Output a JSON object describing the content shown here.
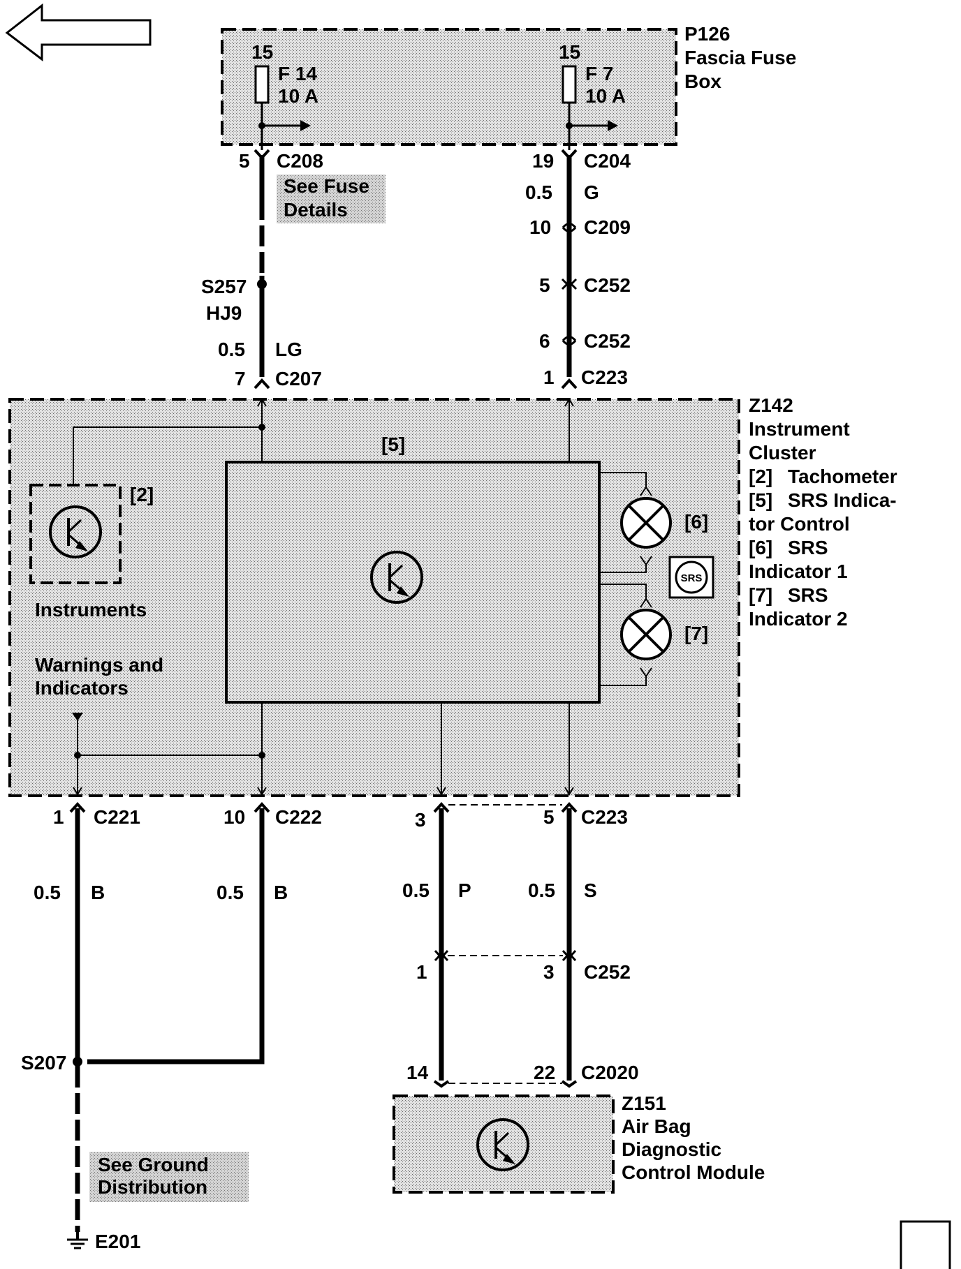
{
  "fuse_box": {
    "id": "P126",
    "name_line1": "Fascia Fuse",
    "name_line2": "Box",
    "fuse_left": {
      "pin": "15",
      "id": "F 14",
      "rating": "10 A"
    },
    "fuse_right": {
      "pin": "15",
      "id": "F 7",
      "rating": "10 A"
    }
  },
  "left_wire": {
    "connector_top": {
      "pin": "5",
      "id": "C208"
    },
    "note_line1": "See Fuse",
    "note_line2": "Details",
    "splice": {
      "id": "S257",
      "harness": "HJ9"
    },
    "gauge": "0.5",
    "color": "LG",
    "connector_bottom": {
      "pin": "7",
      "id": "C207"
    }
  },
  "right_wire": {
    "connector_top": {
      "pin": "19",
      "id": "C204"
    },
    "gauge": "0.5",
    "color": "G",
    "c209": {
      "pin": "10",
      "id": "C209"
    },
    "c252a": {
      "pin": "5",
      "id": "C252"
    },
    "c252b": {
      "pin": "6",
      "id": "C252"
    },
    "connector_bottom": {
      "pin": "1",
      "id": "C223"
    }
  },
  "cluster": {
    "id": "Z142",
    "name_line1": "Instrument",
    "name_line2": "Cluster",
    "legend": [
      {
        "ref": "[2]",
        "text": "Tachometer"
      },
      {
        "ref": "[5]",
        "text": "SRS Indica-",
        "text2": "tor Control"
      },
      {
        "ref": "[6]",
        "text": "SRS",
        "text2": "Indicator 1"
      },
      {
        "ref": "[7]",
        "text": "SRS",
        "text2": "Indicator 2"
      }
    ],
    "ref_5": "[5]",
    "ref_2": "[2]",
    "ref_6": "[6]",
    "ref_7": "[7]",
    "srs_icon_text": "SRS",
    "instruments_label": "Instruments",
    "warnings_line1": "Warnings and",
    "warnings_line2": "Indicators"
  },
  "bottom_wires": {
    "c221": {
      "pin": "1",
      "id": "C221",
      "gauge": "0.5",
      "color": "B"
    },
    "c222": {
      "pin": "10",
      "id": "C222",
      "gauge": "0.5",
      "color": "B"
    },
    "c223_p": {
      "pin": "3",
      "gauge": "0.5",
      "color": "P"
    },
    "c223_s": {
      "pin": "5",
      "id": "C223",
      "gauge": "0.5",
      "color": "S"
    },
    "c252": {
      "pin_left": "1",
      "pin_right": "3",
      "id": "C252"
    },
    "c2020": {
      "pin_left": "14",
      "pin_right": "22",
      "id": "C2020"
    },
    "splice": {
      "id": "S207"
    },
    "ground_note_line1": "See Ground",
    "ground_note_line2": "Distribution",
    "ground": {
      "id": "E201"
    }
  },
  "airbag": {
    "id": "Z151",
    "line1": "Air Bag",
    "line2": "Diagnostic",
    "line3": "Control Module"
  },
  "icons": [
    "back-arrow-icon",
    "fuse-icon",
    "transistor-icon",
    "lamp-icon",
    "srs-icon",
    "ground-icon"
  ]
}
